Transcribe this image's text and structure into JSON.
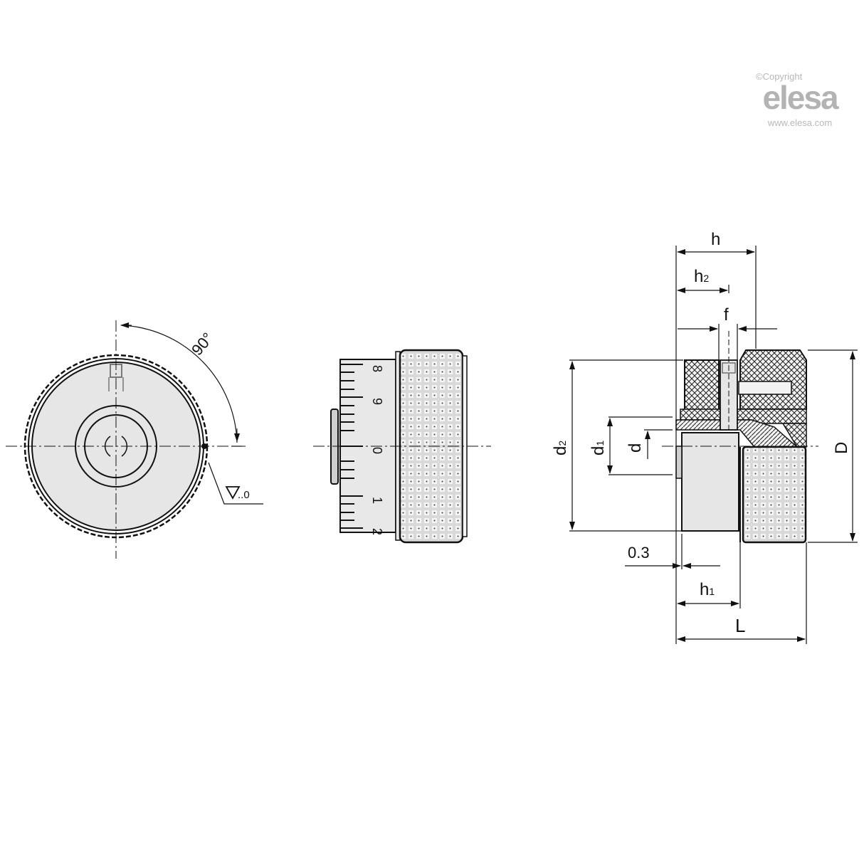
{
  "watermark": {
    "copyright": "©Copyright",
    "brand": "elesa",
    "url": "www.elesa.com"
  },
  "views": {
    "front": {
      "angle_label": "90°",
      "surface_label": "..0"
    },
    "side_scale": {
      "scale_numbers": [
        "8",
        "9",
        "0",
        "1",
        "2"
      ]
    },
    "section": {
      "dimensions": {
        "h": "h",
        "h2": "h",
        "h2_sub": "2",
        "f": "f",
        "d2": "d",
        "d2_sub": "2",
        "d1": "d",
        "d1_sub": "1",
        "d": "d",
        "D": "D",
        "gap": "0.3",
        "h1": "h",
        "h1_sub": "1",
        "L": "L"
      }
    }
  },
  "colors": {
    "line": "#111111",
    "fill": "#e6e6e6",
    "watermark": "#b3b3b3"
  }
}
